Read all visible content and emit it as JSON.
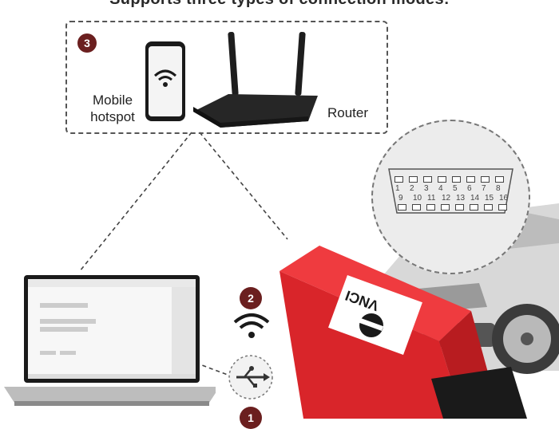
{
  "heading": "Supports three types of connection modes:",
  "box3": {
    "badge": "3",
    "mobile_label_line1": "Mobile",
    "mobile_label_line2": "hotspot",
    "router_label": "Router"
  },
  "connector": {
    "top_pins": [
      "1",
      "2",
      "3",
      "4",
      "5",
      "6",
      "7",
      "8"
    ],
    "bottom_pins": [
      "9",
      "10",
      "11",
      "12",
      "13",
      "14",
      "15",
      "16"
    ]
  },
  "badges": {
    "wifi": "2",
    "usb": "1"
  },
  "device": {
    "logo": "VNCI"
  },
  "icons": {
    "wifi": "wifi-icon",
    "usb": "usb-icon",
    "phone": "smartphone-icon",
    "router": "router-icon",
    "laptop": "laptop-icon",
    "car": "car-icon"
  },
  "colors": {
    "badge": "#6b1f1f",
    "device_red": "#d9252a",
    "dark": "#1f1f1f"
  }
}
